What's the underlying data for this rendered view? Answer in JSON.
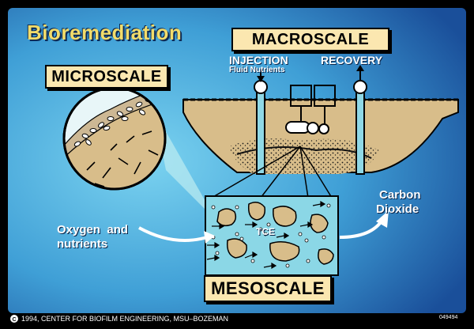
{
  "title": "Bioremediation",
  "labels": {
    "macroscale": "MACROSCALE",
    "microscale": "MICROSCALE",
    "mesoscale": "MESOSCALE",
    "injection": "INJECTION",
    "fluid_nutrients": "Fluid Nutrients",
    "recovery": "RECOVERY",
    "oxygen_line1": "Oxygen  and",
    "oxygen_line2": "nutrients",
    "carbon_line1": "Carbon",
    "carbon_line2": "Dioxide",
    "tce": "TCE"
  },
  "footer": {
    "copyright": "1994, CENTER FOR BIOFILM ENGINEERING, MSU–BOZEMAN",
    "slide_id": "049494"
  },
  "colors": {
    "background_light": "#6cc8ec",
    "background_dark": "#1d5ea8",
    "soil": "#d8bd8a",
    "label_box": "#fbe7b0",
    "title": "#f2dc6a",
    "mesoscale_fill": "#8bd7e6",
    "magnifier_cone": "#b8eaf0"
  }
}
